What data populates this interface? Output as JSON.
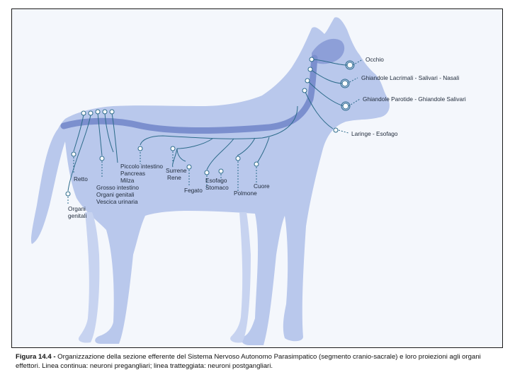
{
  "labels": {
    "occhio": "Occhio",
    "ghiandole_lacrimali": "Ghiandole Lacrimali - Salivari - Nasali",
    "ghiandole_parotide": "Ghiandole Parotide - Ghiandole Salivari",
    "laringe": "Laringe - Esofago",
    "piccolo_intestino": "Piccolo intestino",
    "pancreas": "Pancreas",
    "milza": "Milza",
    "surrene": "Surrene",
    "rene": "Rene",
    "retto": "Retto",
    "grosso_intestino": "Grosso intestino",
    "organi_genitali_1": "Organi genitali",
    "vescica": "Vescica urinaria",
    "organi": "Organi",
    "genitali": "genitali",
    "fegato": "Fegato",
    "esofago": "Esofago",
    "stomaco": "Stomaco",
    "polmone": "Polmone",
    "cuore": "Cuore"
  },
  "caption": {
    "figure_number": "Figura 14.4 -",
    "text": " Organizzazione della sezione efferente del Sistema Nervoso Autonomo Parasimpatico (segmento cranio-sacrale) e loro proiezioni agli organi effettori. Linea continua: neuroni pregangliari; linea tratteggiata: neuroni postgangliari."
  },
  "colors": {
    "body": "#b9c8ec",
    "spine": "#7b8fce",
    "nerve": "#2c6b8a",
    "text": "#1f2a3a"
  }
}
